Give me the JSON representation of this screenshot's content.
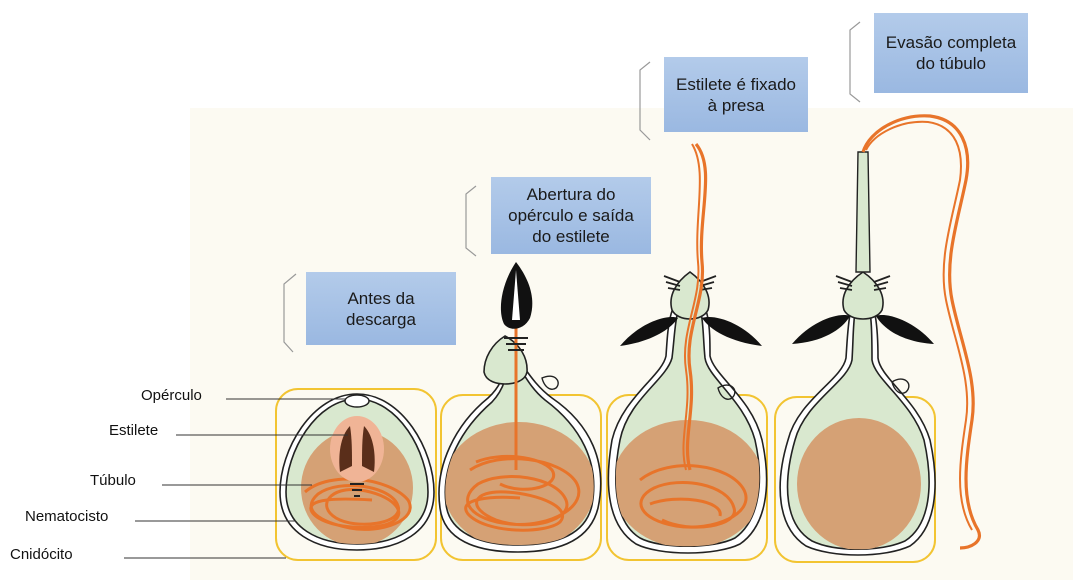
{
  "stages": [
    {
      "label": "Antes da descarga"
    },
    {
      "label": "Abertura do opérculo e saída do estilete"
    },
    {
      "label": "Estilete é fixado à presa"
    },
    {
      "label": "Evasão completa do túbulo"
    }
  ],
  "parts": {
    "operculum": "Opérculo",
    "stylet": "Estilete",
    "tubule": "Túbulo",
    "nematocyst": "Nematocisto",
    "cnidocyte": "Cnidócito"
  },
  "colors": {
    "callout": "#a6c0e4",
    "cell_border": "#f2c432",
    "capsule_fill": "#d9e8cf",
    "sac_fill": "#d5a175",
    "tubule": "#e8742a",
    "stylet": "#111111"
  }
}
